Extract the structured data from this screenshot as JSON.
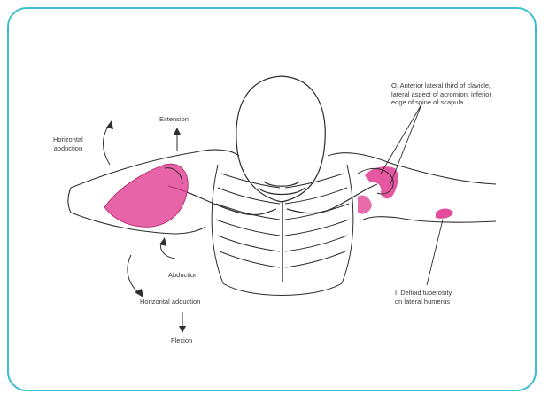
{
  "colors": {
    "frame_border": "#3bbfd3",
    "muscle": "#e0398f",
    "line_art": "#2e2e2e"
  },
  "labels": {
    "extension": "Extension",
    "horizontal_abduction": [
      "Horizontal",
      "abduction"
    ],
    "abduction": "Abduction",
    "horizontal_adduction": "Horizontal adduction",
    "flexion": "Flexion",
    "origin": [
      "O. Anterior lateral third of clavicle,",
      "lateral aspect of acromion, inferior",
      "edge of spine of scapula"
    ],
    "insertion": [
      "I. Deltoid tuberosity",
      "on lateral humerus"
    ]
  }
}
